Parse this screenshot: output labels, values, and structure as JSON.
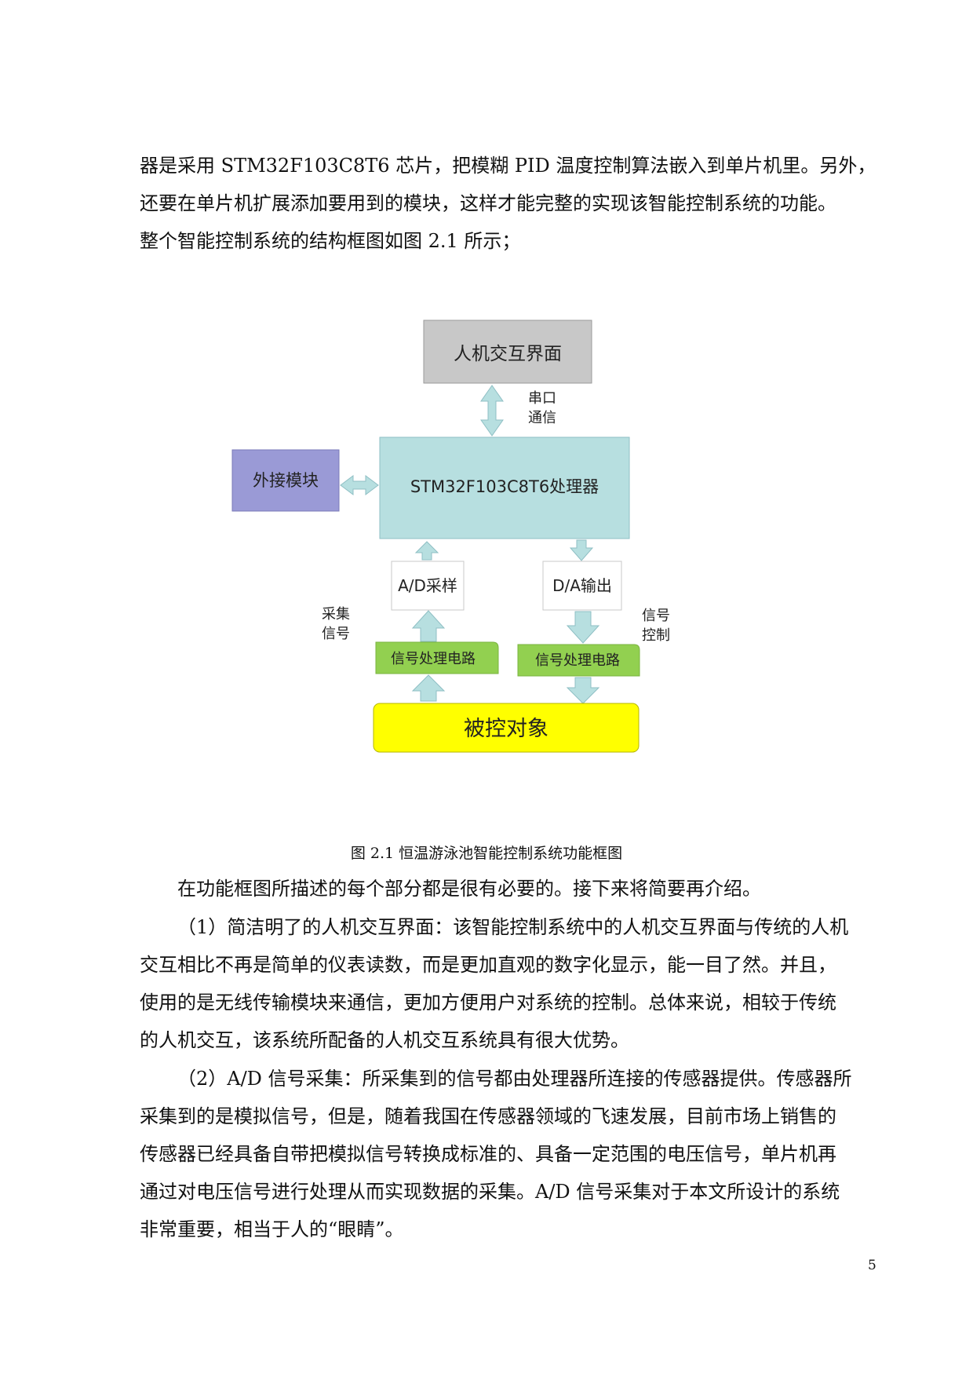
{
  "paragraph1": {
    "lines": [
      "器是采用 STM32F103C8T6 芯片，把模糊 PID 温度控制算法嵌入到单片机里。另外，",
      "还要在单片机扩展添加要用到的模块，这样才能完整的实现该智能控制系统的功能。",
      "整个智能控制系统的结构框图如图 2.1 所示；"
    ]
  },
  "diagram": {
    "hmi": "人机交互界面",
    "serial_label_1": "串口",
    "serial_label_2": "通信",
    "processor": "STM32F103C8T6处理器",
    "external": "外接模块",
    "ad": "A/D采样",
    "da": "D/A输出",
    "collect_label_1": "采集",
    "collect_label_2": "信号",
    "control_label_1": "信号",
    "control_label_2": "控制",
    "signal_proc_left": "信号处理电路",
    "signal_proc_right": "信号处理电路",
    "plant": "被控对象",
    "colors": {
      "hmi": "#c8c8c8",
      "processor": "#b7dfe0",
      "external": "#9a9ad6",
      "signal_proc": "#92d050",
      "plant": "#ffff00",
      "arrow": "#b7dfe0"
    }
  },
  "caption": "图 2.1 恒温游泳池智能控制系统功能框图",
  "paragraph2": {
    "lines": [
      "在功能框图所描述的每个部分都是很有必要的。接下来将简要再介绍。"
    ]
  },
  "paragraph3": {
    "lines": [
      "（1）简洁明了的人机交互界面：该智能控制系统中的人机交互界面与传统的人机",
      "交互相比不再是简单的仪表读数，而是更加直观的数字化显示，能一目了然。并且，",
      "使用的是无线传输模块来通信，更加方便用户对系统的控制。总体来说，相较于传统",
      "的人机交互，该系统所配备的人机交互系统具有很大优势。"
    ]
  },
  "paragraph4": {
    "lines": [
      "（2）A/D 信号采集：所采集到的信号都由处理器所连接的传感器提供。传感器所",
      "采集到的是模拟信号，但是，随着我国在传感器领域的飞速发展，目前市场上销售的",
      "传感器已经具备自带把模拟信号转换成标准的、具备一定范围的电压信号，单片机再",
      "通过对电压信号进行处理从而实现数据的采集。A/D 信号采集对于本文所设计的系统",
      "非常重要，相当于人的“眼睛”。"
    ]
  },
  "page_number": "5"
}
